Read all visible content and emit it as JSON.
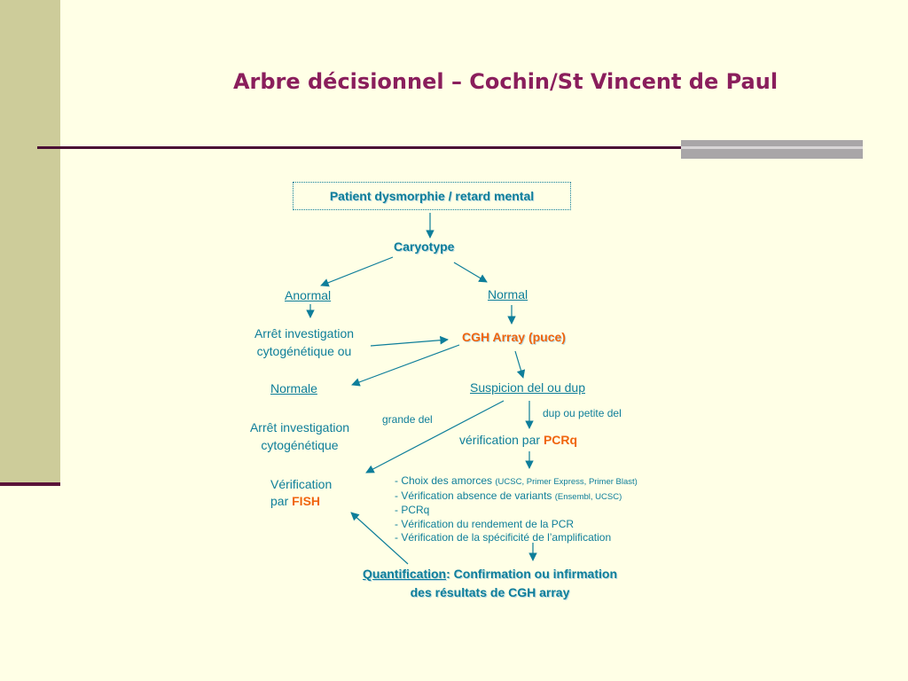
{
  "title": "Arbre décisionnel – Cochin/St Vincent de Paul",
  "nodes": {
    "start": "Patient dysmorphie / retard mental",
    "caryotype": "Caryotype",
    "anormal": "Anormal",
    "normal": "Normal",
    "arret1_line1": "Arrêt investigation",
    "arret1_line2": "cytogénétique ou",
    "cgh": "CGH Array (puce)",
    "normale": "Normale",
    "suspicion": "Suspicion del ou dup",
    "grande_del": "grande del",
    "dup_petite": "dup ou petite del",
    "arret2_line1": "Arrêt investigation",
    "arret2_line2": "cytogénétique",
    "verif_pcrq_prefix": "vérification par ",
    "verif_pcrq_highlight": "PCRq",
    "fish_line1": "Vérification",
    "fish_prefix": "par ",
    "fish_highlight": "FISH",
    "quant_underlined": "Quantification",
    "quant_rest": ": Confirmation ou infirmation",
    "quant_line2": "des résultats de CGH array"
  },
  "pcr_steps": [
    {
      "text": "- Choix des amorces ",
      "detail": "(UCSC, Primer Express, Primer Blast)"
    },
    {
      "text": "- Vérification absence de variants ",
      "detail": "(Ensembl, UCSC)"
    },
    {
      "text": "- PCRq",
      "detail": ""
    },
    {
      "text": "- Vérification du rendement de la PCR",
      "detail": ""
    },
    {
      "text": "- Vérification de la spécificité de l’amplification",
      "detail": ""
    }
  ],
  "colors": {
    "title": "#8A1E5C",
    "text": "#0E7E9A",
    "highlight": "#F0650E",
    "sidebar": "#CDCC9A",
    "rule": "#4A0E35",
    "background": "#FFFFE6"
  }
}
